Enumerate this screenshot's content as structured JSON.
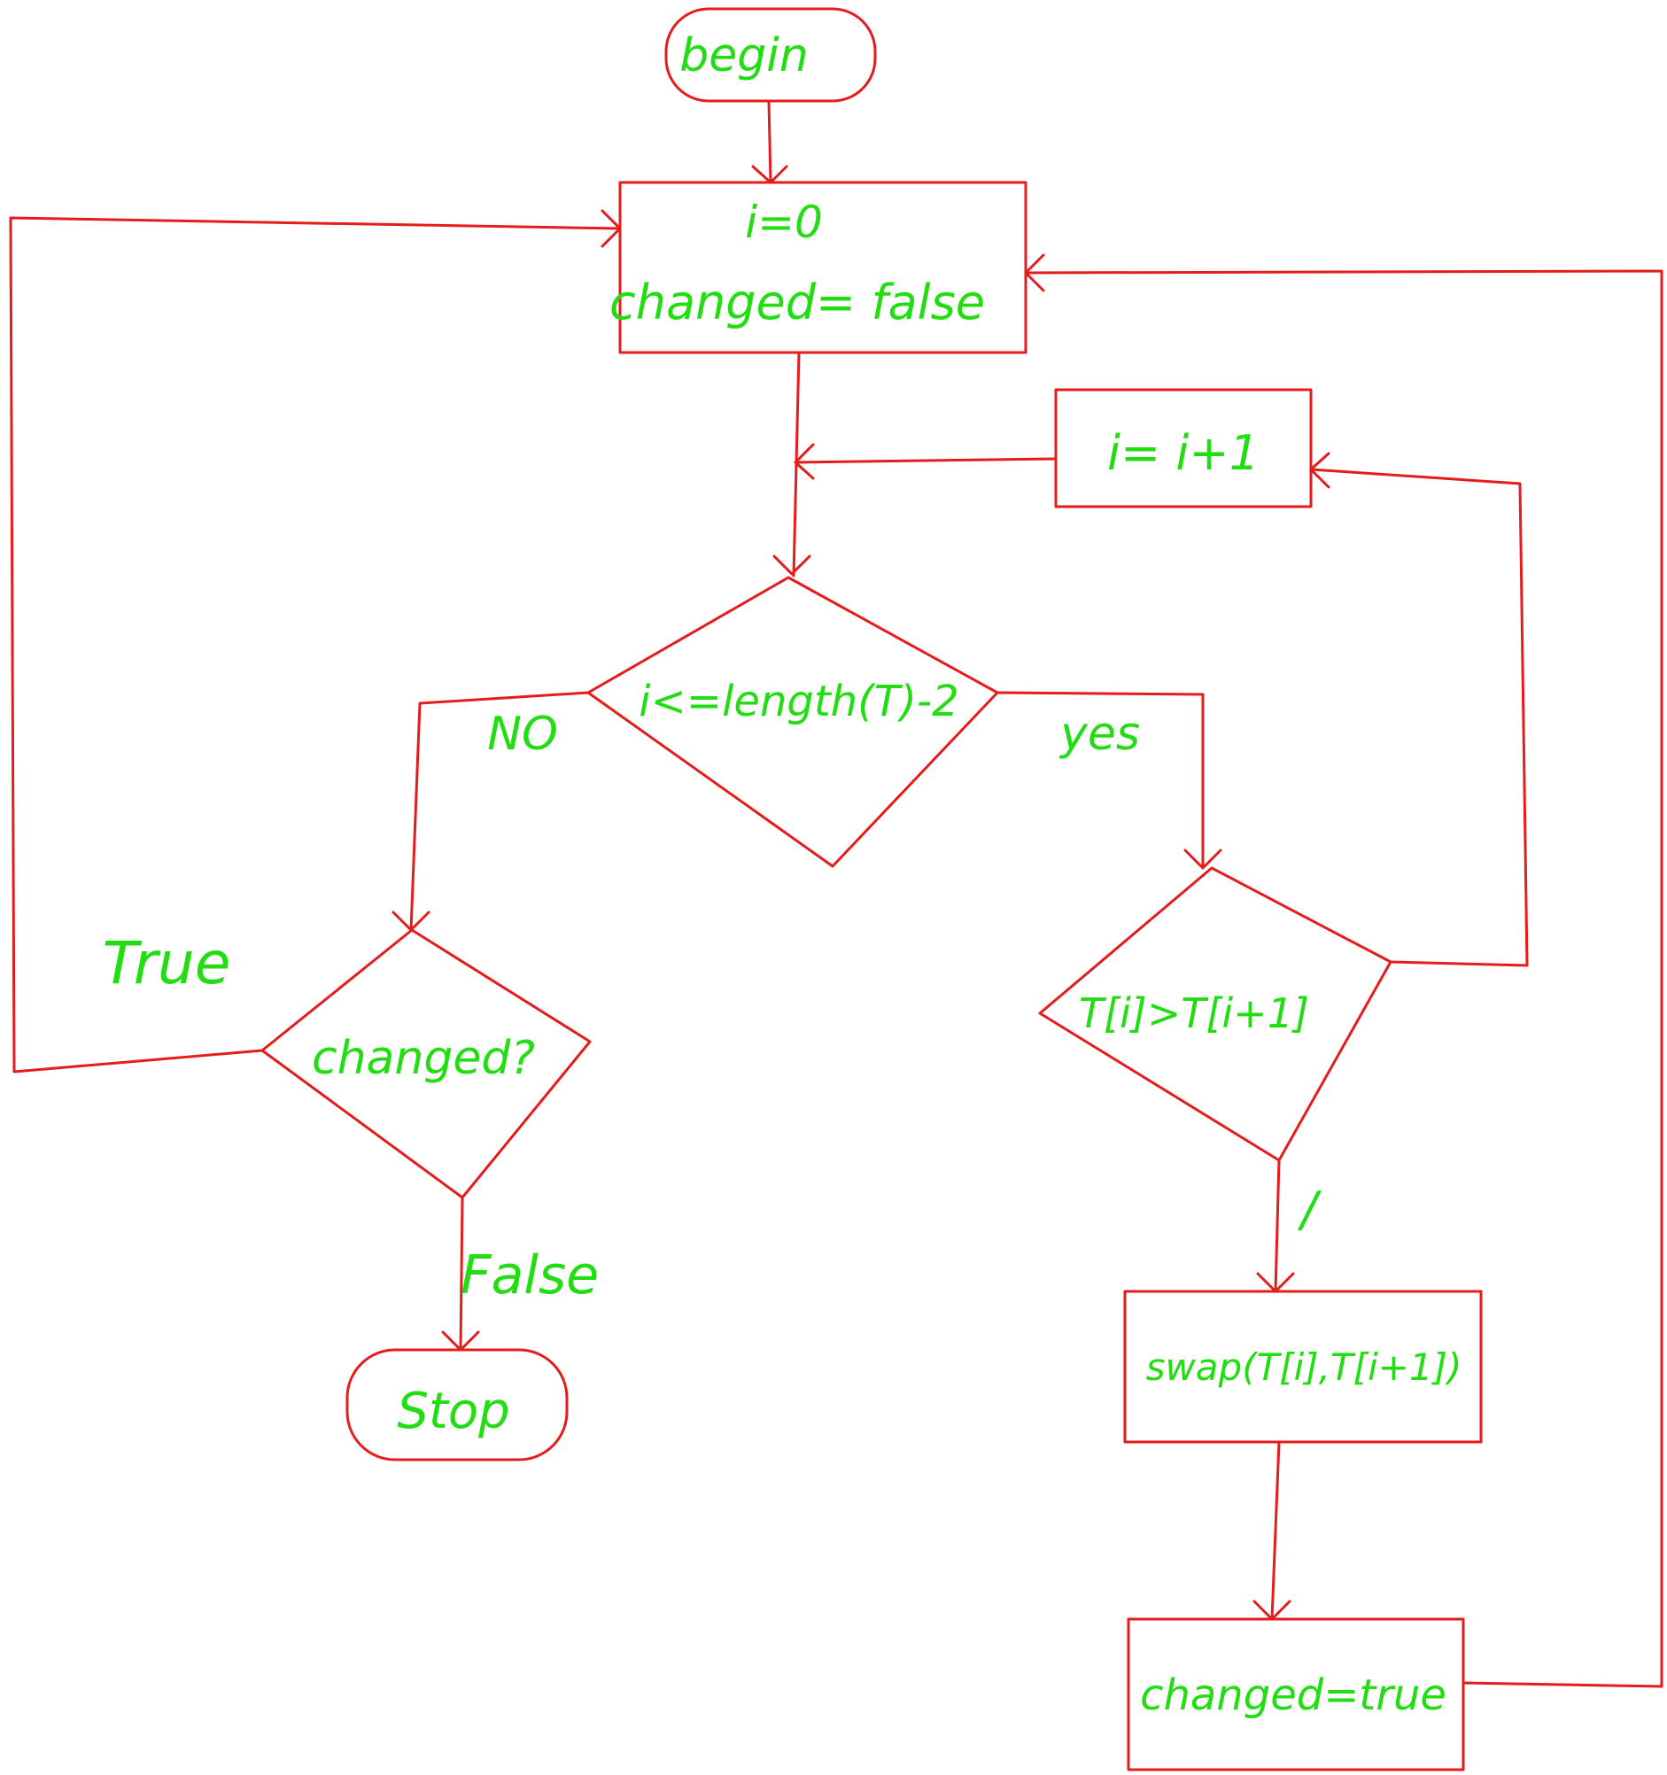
{
  "colors": {
    "stroke": "#e51c1c",
    "text": "#22dd11",
    "background": "#ffffff"
  },
  "nodes": {
    "begin": "begin",
    "init_line1": "i=0",
    "init_line2": "changed= false",
    "increment": "i= i+1",
    "loop_condition": "i<=length(T)-2",
    "changed_check": "changed?",
    "compare": "T[i]>T[i+1]",
    "swap": "swap(T[i],T[i+1])",
    "set_changed": "changed=true",
    "stop": "Stop"
  },
  "edge_labels": {
    "no": "NO",
    "yes": "yes",
    "true": "True",
    "false": "False",
    "compare_true": "/"
  }
}
